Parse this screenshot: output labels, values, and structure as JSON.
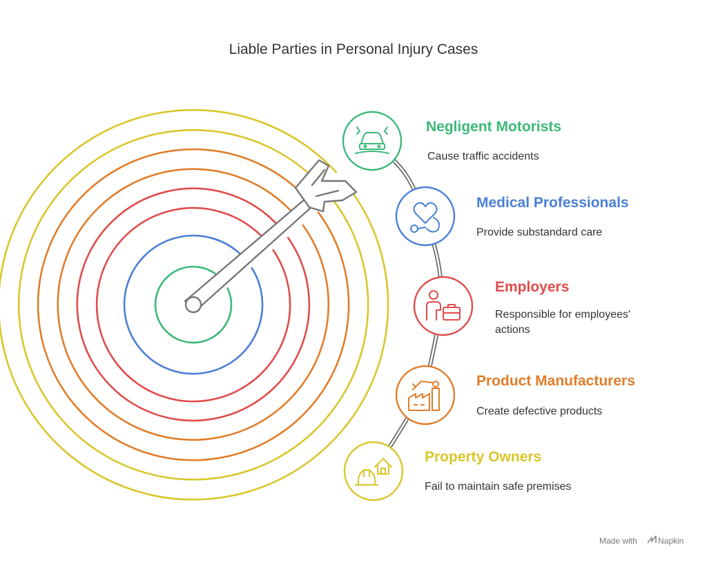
{
  "title": "Liable Parties in Personal Injury Cases",
  "items": [
    {
      "title": "Negligent Motorists",
      "desc_lines": [
        "Cause traffic accidents"
      ],
      "color": "#3cb878",
      "icon": "car-crash-icon"
    },
    {
      "title": "Medical Professionals",
      "desc_lines": [
        "Provide substandard care"
      ],
      "color": "#4a7fd4",
      "icon": "heart-stethoscope-icon"
    },
    {
      "title": "Employers",
      "desc_lines": [
        "Responsible for employees'",
        "actions"
      ],
      "color": "#e04b4b",
      "icon": "employee-briefcase-icon"
    },
    {
      "title": "Product Manufacturers",
      "desc_lines": [
        "Create defective products"
      ],
      "color": "#e07d2a",
      "icon": "factory-robot-arm-icon"
    },
    {
      "title": "Property Owners",
      "desc_lines": [
        "Fail to maintain safe premises"
      ],
      "color": "#d9c62a",
      "icon": "house-hardhat-icon"
    }
  ],
  "ring_colors": [
    "#3cb878",
    "#4a7fd4",
    "#e04b4b",
    "#e04b4b",
    "#e07d2a",
    "#e07d2a",
    "#d9c62a",
    "#d9c62a"
  ],
  "arrow_color": "#777777",
  "footer": {
    "made_with": "Made with",
    "brand": "Napkin"
  }
}
